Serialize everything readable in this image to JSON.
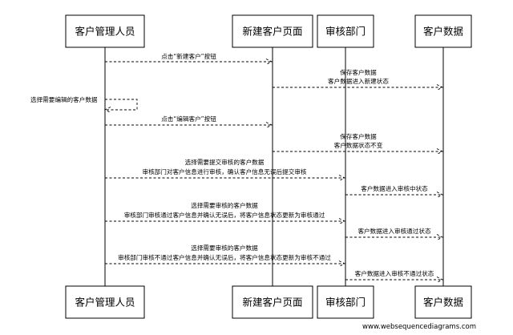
{
  "participants": [
    {
      "id": "customer-manager",
      "label": "客户管理人员"
    },
    {
      "id": "new-customer-page",
      "label": "新建客户页面"
    },
    {
      "id": "review-department",
      "label": "审核部门"
    },
    {
      "id": "customer-data",
      "label": "客户数据"
    }
  ],
  "messages": [
    {
      "from": 0,
      "to": 1,
      "lines": [
        "点击“新建客户”按钮"
      ]
    },
    {
      "from": 1,
      "to": 3,
      "lines": [
        "保存客户数据",
        "客户数据进入新建状态"
      ]
    },
    {
      "from": 0,
      "to": 0,
      "lines": [
        "选择需要编辑的客户数据"
      ]
    },
    {
      "from": 0,
      "to": 1,
      "lines": [
        "点击“编辑客户”按钮"
      ]
    },
    {
      "from": 1,
      "to": 3,
      "lines": [
        "保存客户数据",
        "客户数据状态不变"
      ]
    },
    {
      "from": 0,
      "to": 2,
      "lines": [
        "选择需要提交审核的客户数据",
        "审核部门对客户信息进行审核，确认客户信息无误后提交审核"
      ]
    },
    {
      "from": 2,
      "to": 3,
      "lines": [
        "客户数据进入审核中状态"
      ]
    },
    {
      "from": 0,
      "to": 2,
      "lines": [
        "选择需要审核的客户数据",
        "审核部门审核通过客户信息并确认无误后，将客户信息状态更新为审核通过"
      ]
    },
    {
      "from": 2,
      "to": 3,
      "lines": [
        "客户数据进入审核通过状态"
      ]
    },
    {
      "from": 0,
      "to": 2,
      "lines": [
        "选择需要审核的客户数据",
        "审核部门审核不通过客户信息并确认无误后，将客户信息状态更新为审核不通过"
      ]
    },
    {
      "from": 2,
      "to": 3,
      "lines": [
        "客户数据进入审核不通过状态"
      ]
    }
  ],
  "watermark": "www.websequencediagrams.com"
}
